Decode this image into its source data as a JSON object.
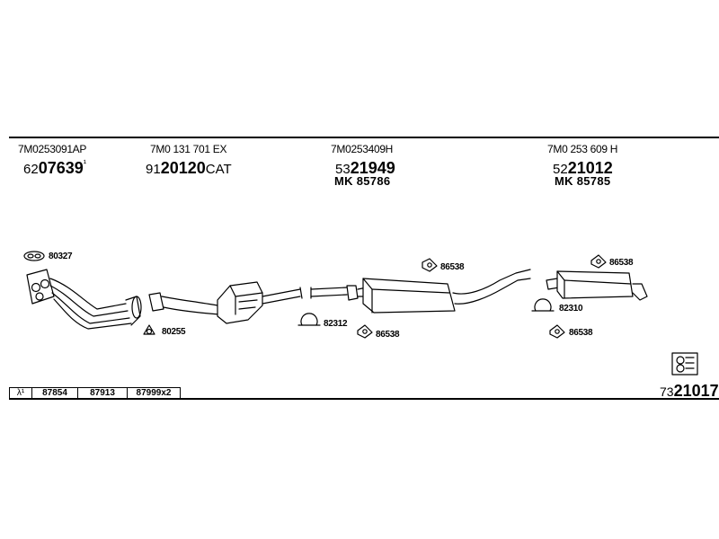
{
  "columns": [
    {
      "oem": "7M0253091AP",
      "code_prefix": "62",
      "code_main": "07639",
      "code_suffix": "¹",
      "mk": ""
    },
    {
      "oem": "7M0 131 701 EX",
      "code_prefix": "91",
      "code_main": "20120",
      "code_suffix": "CAT",
      "mk": ""
    },
    {
      "oem": "7M0253409H",
      "code_prefix": "53",
      "code_main": "21949",
      "code_suffix": "",
      "mk": "MK 85786"
    },
    {
      "oem": "7M0 253 609 H",
      "code_prefix": "52",
      "code_main": "21012",
      "code_suffix": "",
      "mk": "MK 85785"
    }
  ],
  "part_labels": [
    "80327",
    "80255",
    "82312",
    "86538",
    "86538",
    "86538",
    "82310",
    "86538"
  ],
  "table": {
    "lambda": "λ¹",
    "cells": [
      "87854",
      "87913",
      "87999x2"
    ]
  },
  "drawing_number": {
    "prefix": "73",
    "main": "21017"
  }
}
